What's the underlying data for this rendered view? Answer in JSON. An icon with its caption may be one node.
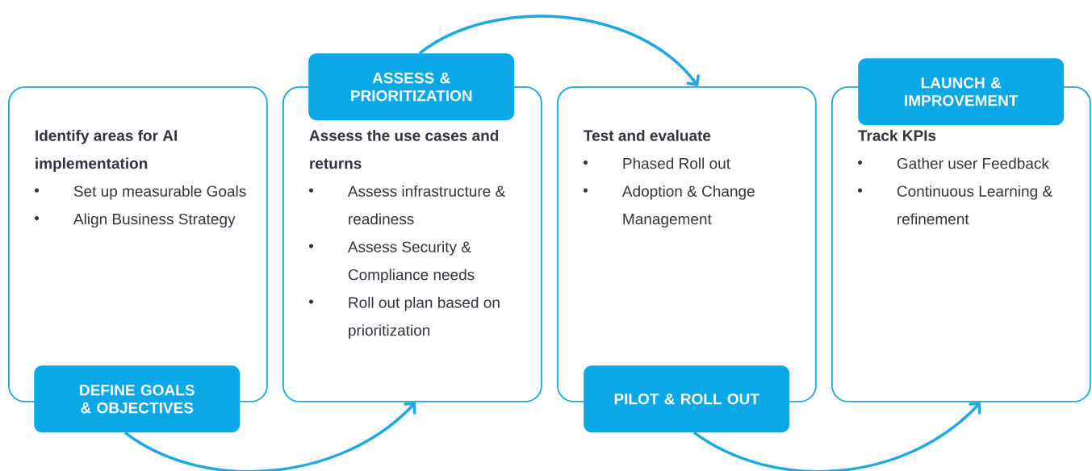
{
  "diagram": {
    "nodes": [
      {
        "text": [
          "Identify areas for AI implementation",
          "Set up measurable Goals",
          "Align Business Strategy"
        ]
      },
      {
        "text": [
          "DEFINE GOALS & OBJECTIVES"
        ]
      },
      {
        "text": [
          "Assess the use cases and returns",
          "Assess infrastructure & readiness",
          "Assess Security & Compliance needs",
          "Roll out plan based on prioritization"
        ]
      },
      {
        "text": [
          "ASSESS & PRIORITIZATION"
        ]
      },
      {
        "text": [
          "Test and evaluate",
          "Phased Roll out",
          "Adoption & Change Management"
        ]
      },
      {
        "text": [
          "PILOT & ROLL OUT"
        ]
      },
      {
        "text": [
          "Track KPIs",
          "Gather user Feedback",
          "Continuous Learning & refinement"
        ]
      },
      {
        "text": [
          "LAUNCH & IMPROVEMENT"
        ]
      }
    ],
    "edges": [
      {
        "from": 1,
        "to": 2,
        "arrow": "to"
      },
      {
        "from": 3,
        "to": 4,
        "arrow": "to"
      },
      {
        "from": 5,
        "to": 6,
        "arrow": "to"
      }
    ]
  }
}
